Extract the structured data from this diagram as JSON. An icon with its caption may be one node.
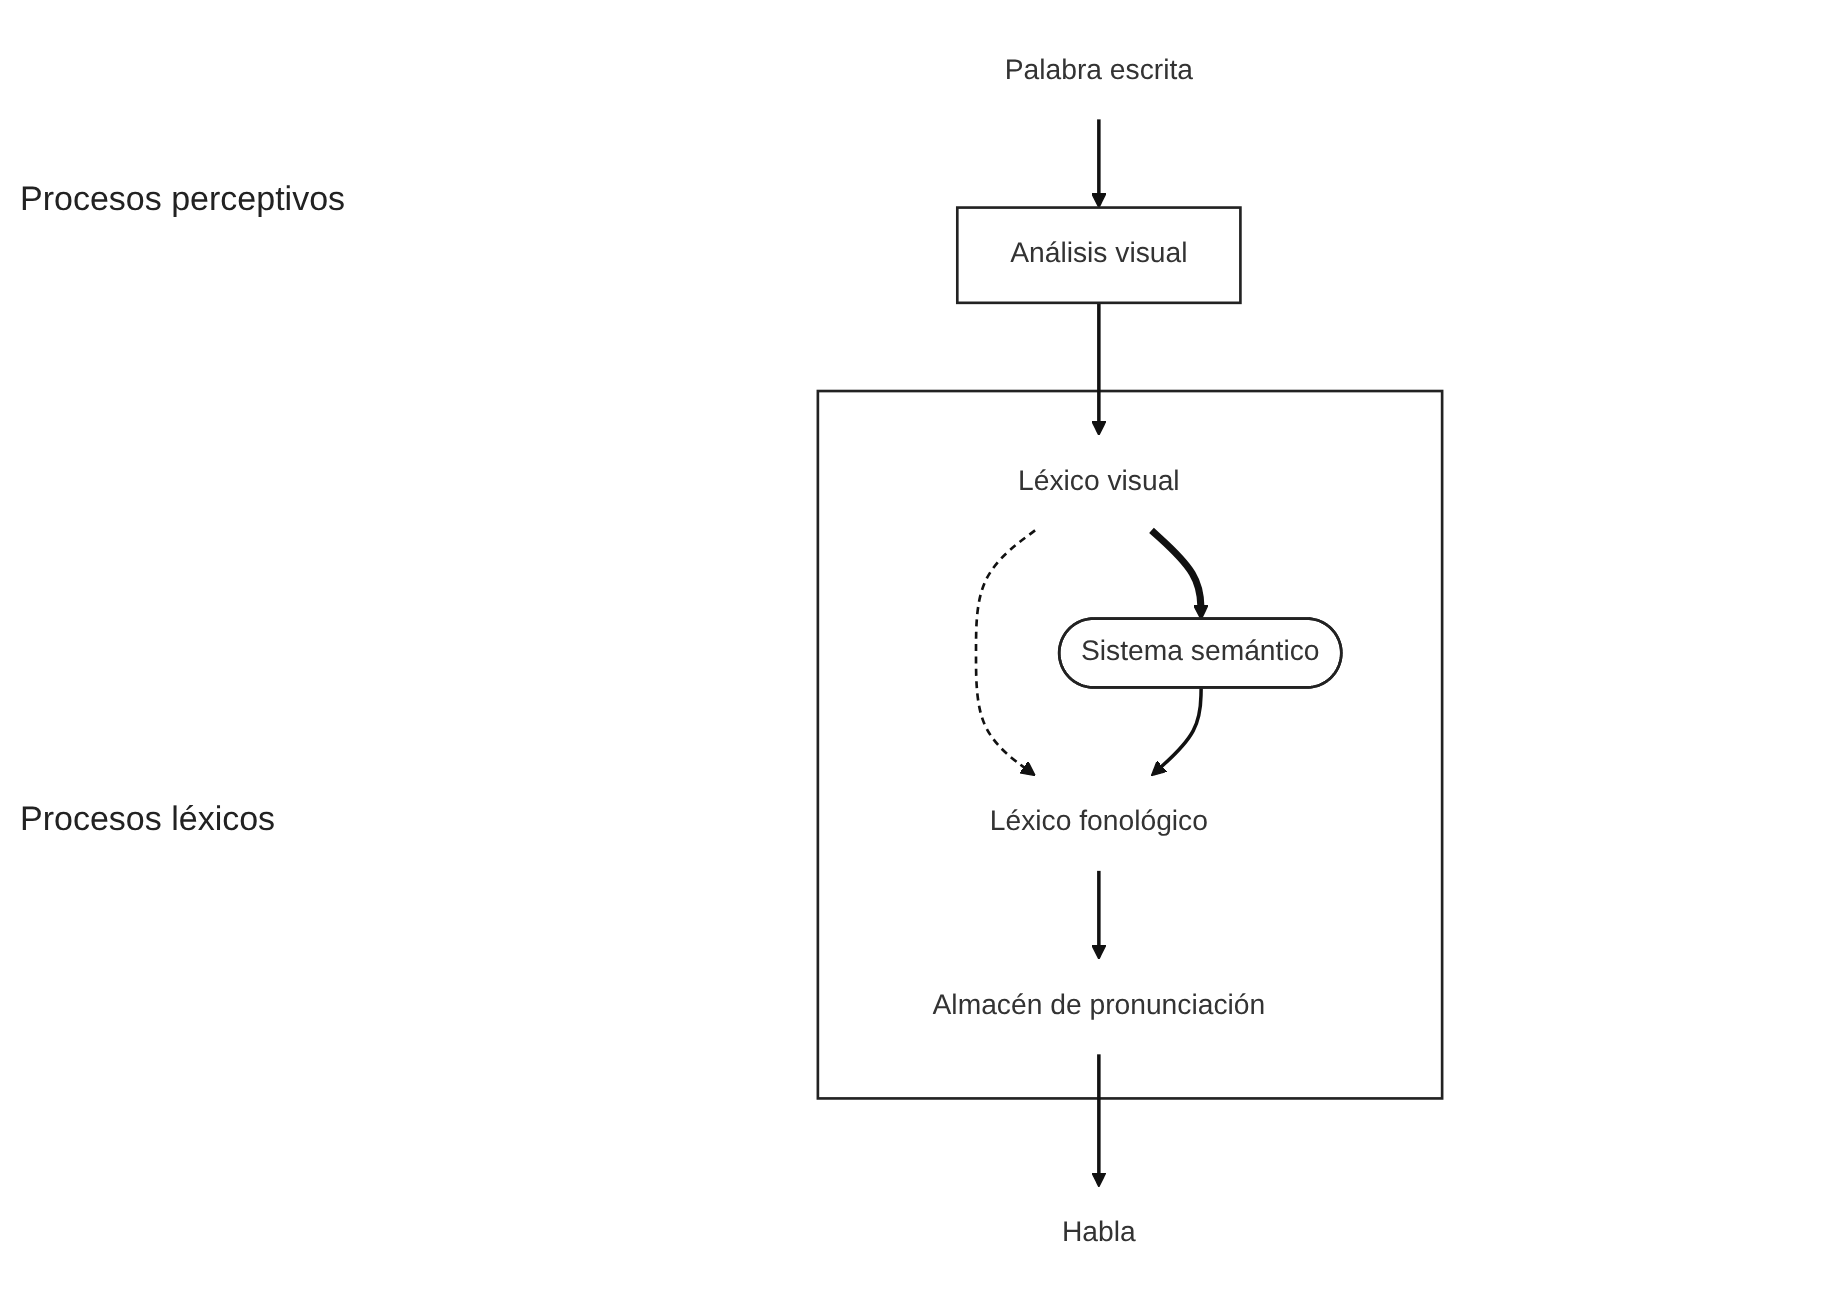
{
  "diagram": {
    "nodes": [
      {
        "text": [
          "Palabra escrita"
        ]
      },
      {
        "text": [
          "Análisis visual"
        ]
      },
      {
        "text": [],
        "shape": "box"
      },
      {
        "text": [
          "Léxico visual"
        ],
        "in": 2
      },
      {
        "text": [
          "Sistema semántico"
        ],
        "in": 2
      },
      {
        "text": [
          "Léxico fonológico"
        ],
        "in": 2
      },
      {
        "text": [
          "Almacén de pronunciación"
        ],
        "in": 2
      },
      {
        "text": [
          "Habla"
        ]
      }
    ],
    "edges": [
      {
        "from": 0,
        "to": 1,
        "arrow": "to"
      },
      {
        "from": 1,
        "to": 3,
        "arrow": "to"
      },
      {
        "from": 3,
        "to": 4,
        "arrow": "to",
        "style": "thick"
      },
      {
        "from": 3,
        "to": 5,
        "arrow": "to",
        "style": "dashed"
      },
      {
        "from": 4,
        "to": 5,
        "arrow": "to"
      },
      {
        "from": 5,
        "to": 6,
        "arrow": "to"
      },
      {
        "from": 6,
        "to": 7,
        "arrow": "to"
      }
    ],
    "labels": [
      "Procesos perceptivos",
      "Procesos léxicos"
    ]
  }
}
